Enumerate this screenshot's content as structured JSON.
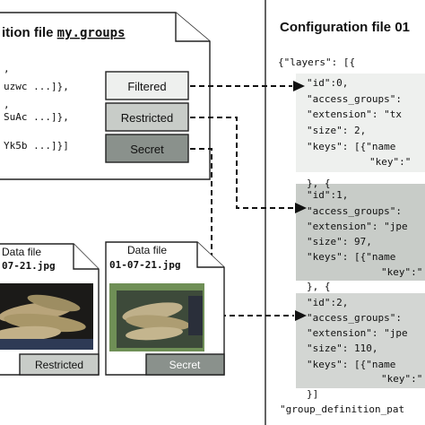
{
  "group_def_doc": {
    "title_prefix": "ition file",
    "filename": "my.groups",
    "lines": [
      ",",
      "uzwc ...]},",
      ",",
      "SuAc ...]},",
      "Yk5b ...]}]"
    ],
    "groups": [
      "Filtered",
      "Restricted",
      "Secret"
    ]
  },
  "config_doc": {
    "title": "Configuration file 01",
    "lines": [
      "{\"layers\": [{",
      "\"id\":0,",
      "\"access_groups\": ",
      "\"extension\": \"tx",
      "\"size\": 2,",
      "\"keys\": [{\"name",
      "\"key\":\"",
      "}, {",
      "\"id\":1,",
      "\"access_groups\": ",
      "\"extension\": \"jpe",
      "\"size\": 97,",
      "\"keys\": [{\"name",
      "\"key\":\"",
      "}, {",
      "\"id\":2,",
      "\"access_groups\": ",
      "\"extension\": \"jpe",
      "\"size\": 110,",
      "\"keys\": [{\"name",
      "\"key\":\"",
      "}]",
      "\"group_definition_pat"
    ]
  },
  "data_files": [
    {
      "label": "Data file",
      "filename": "07-21.jpg",
      "badge": "Restricted"
    },
    {
      "label": "Data file",
      "filename": "01-07-21.jpg",
      "badge": "Secret"
    }
  ],
  "colors": {
    "filtered": "#eef0ee",
    "restricted": "#c8ccc8",
    "secret": "#8a918c",
    "layer_band": "#d7dbd7"
  }
}
